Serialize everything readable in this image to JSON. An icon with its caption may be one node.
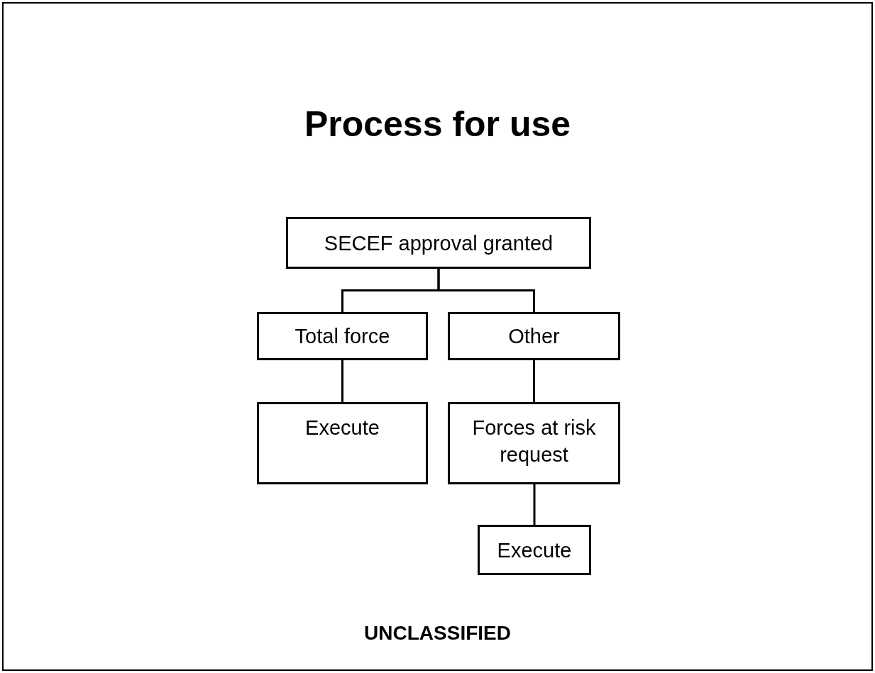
{
  "diagram": {
    "title": "Process for use",
    "nodes": [
      {
        "text": [
          "SECEF approval granted"
        ]
      },
      {
        "text": [
          "Total force"
        ]
      },
      {
        "text": [
          "Other"
        ]
      },
      {
        "text": [
          "Execute"
        ]
      },
      {
        "text": [
          "Forces at risk request"
        ]
      },
      {
        "text": [
          "Execute"
        ]
      }
    ],
    "edges": [
      {
        "from": 0,
        "to": 1,
        "arrow": "none"
      },
      {
        "from": 0,
        "to": 2,
        "arrow": "none"
      },
      {
        "from": 1,
        "to": 3,
        "arrow": "none"
      },
      {
        "from": 2,
        "to": 4,
        "arrow": "none"
      },
      {
        "from": 4,
        "to": 5,
        "arrow": "none"
      }
    ],
    "labels": [
      "UNCLASSIFIED"
    ]
  }
}
